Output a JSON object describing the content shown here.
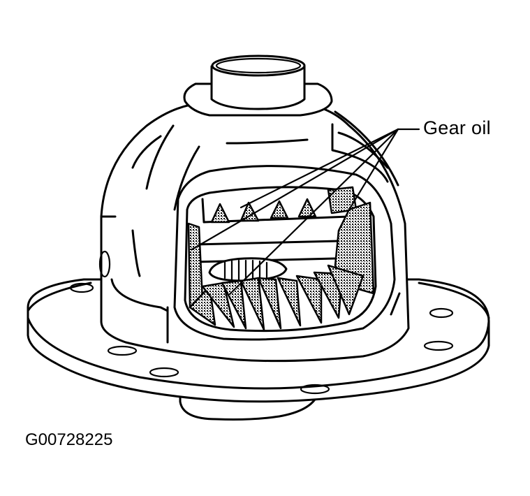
{
  "diagram": {
    "subject": "differential-case-cutaway",
    "callouts": [
      {
        "label": "Gear oil",
        "pointer_count": 4
      }
    ],
    "figure_id": "G00728225",
    "colors": {
      "line": "#000000",
      "background": "#ffffff"
    }
  }
}
